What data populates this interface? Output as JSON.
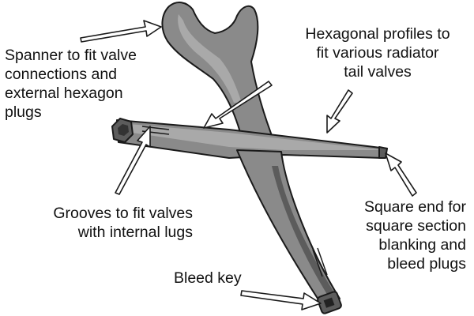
{
  "labels": {
    "spanner": [
      "Spanner to fit valve",
      "connections and",
      "external hexagon",
      "plugs"
    ],
    "hexagonal": [
      "Hexagonal profiles to",
      "fit various radiator",
      "tail valves"
    ],
    "grooves": [
      "Grooves to fit valves",
      "with internal lugs"
    ],
    "square_end": [
      "Square end for",
      "square section",
      "blanking and",
      "bleed plugs"
    ],
    "bleed_key": "Bleed key"
  },
  "colors": {
    "tool_fill": "#8a8a8a",
    "tool_highlight": "#a9a9a9",
    "tool_shadow": "#5c5c5c",
    "outline": "#1a1a1a",
    "arrow_fill": "#ffffff",
    "text": "#111111"
  }
}
